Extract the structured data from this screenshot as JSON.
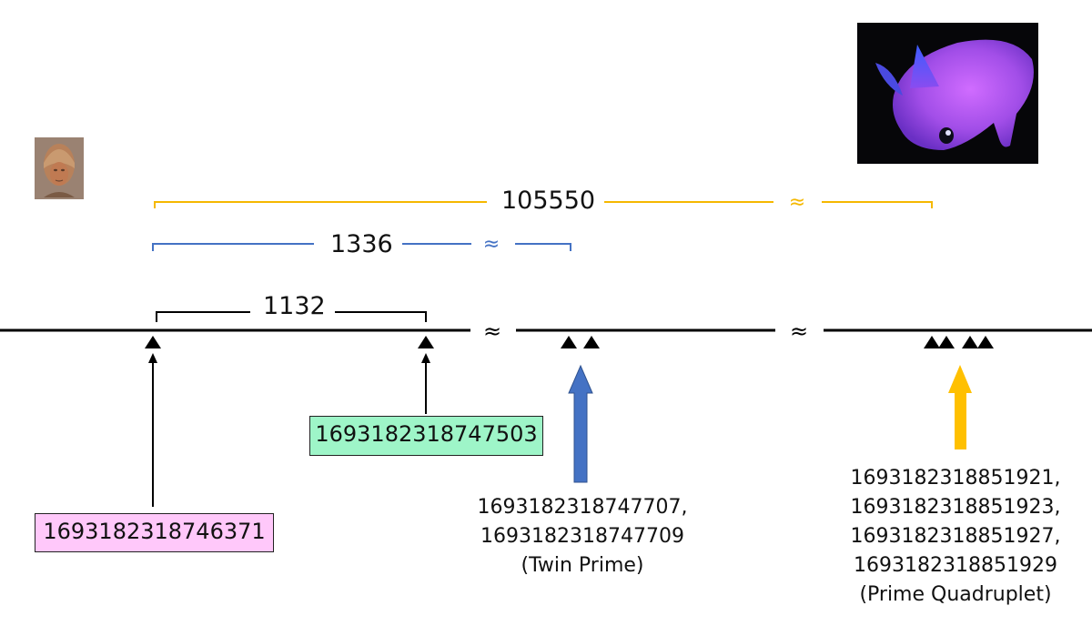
{
  "spans": {
    "outer": {
      "label": "105550",
      "color": "#F5B800"
    },
    "middle": {
      "label": "1336",
      "color": "#4472C4"
    },
    "inner": {
      "label": "1132",
      "color": "#000000"
    }
  },
  "break_glyph": "≈",
  "primes": {
    "first": {
      "value": "1693182318746371",
      "box_color": "#FFC8FA"
    },
    "second": {
      "value": "1693182318747503",
      "box_color": "#9EF5C8"
    },
    "twin": {
      "values": [
        "1693182318747707,",
        "1693182318747709"
      ],
      "caption": "(Twin Prime)",
      "arrow_color": "#4472C4"
    },
    "quadruplet": {
      "values": [
        "1693182318851921,",
        "1693182318851923,",
        "1693182318851927,",
        "1693182318851929"
      ],
      "caption": "(Prime Quadruplet)",
      "arrow_color": "#FFC000"
    }
  },
  "images": {
    "left": {
      "icon": "helmeted-figure-photo"
    },
    "right": {
      "icon": "purple-creature-photo"
    }
  }
}
